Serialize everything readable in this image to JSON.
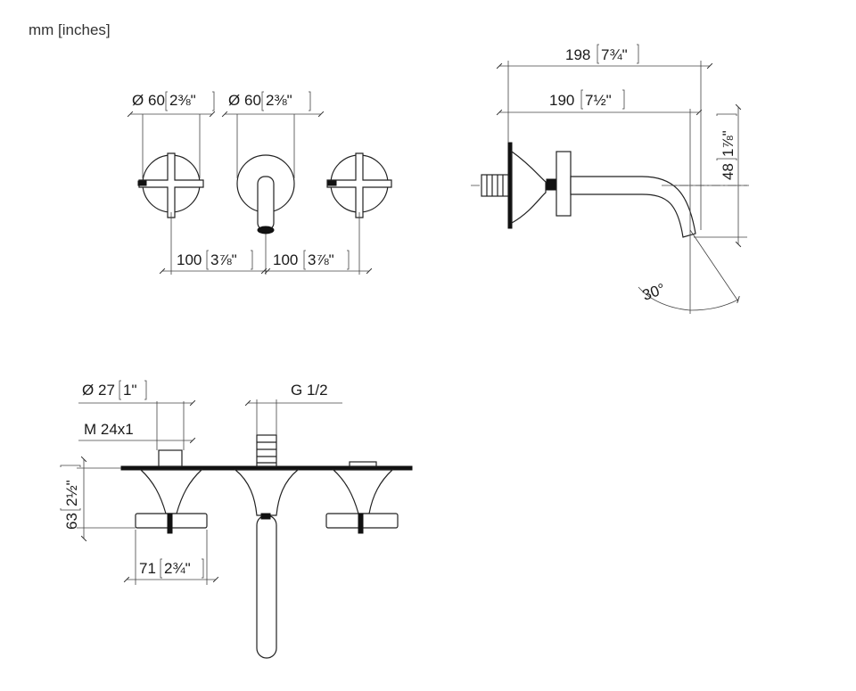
{
  "units_label": "mm [inches]",
  "front_view": {
    "handle_diameter_left": "60",
    "handle_diameter_left_in": "2⅜\"",
    "spout_diameter": "60",
    "spout_diameter_in": "2⅜\"",
    "spacing_left": "100",
    "spacing_left_in": "3⅞\"",
    "spacing_right": "100",
    "spacing_right_in": "3⅞\""
  },
  "side_view": {
    "overall_projection": "198",
    "overall_projection_in": "7¾\"",
    "spout_projection": "190",
    "spout_projection_in": "7½\"",
    "height": "48",
    "height_in": "1⅞\"",
    "angle": "30°"
  },
  "top_view": {
    "valve_diameter": "27",
    "valve_diameter_in": "1\"",
    "thread": "M 24x1",
    "connection": "G 1/2",
    "depth": "63",
    "depth_in": "2½\"",
    "handle_width": "71",
    "handle_width_in": "2¾\""
  }
}
